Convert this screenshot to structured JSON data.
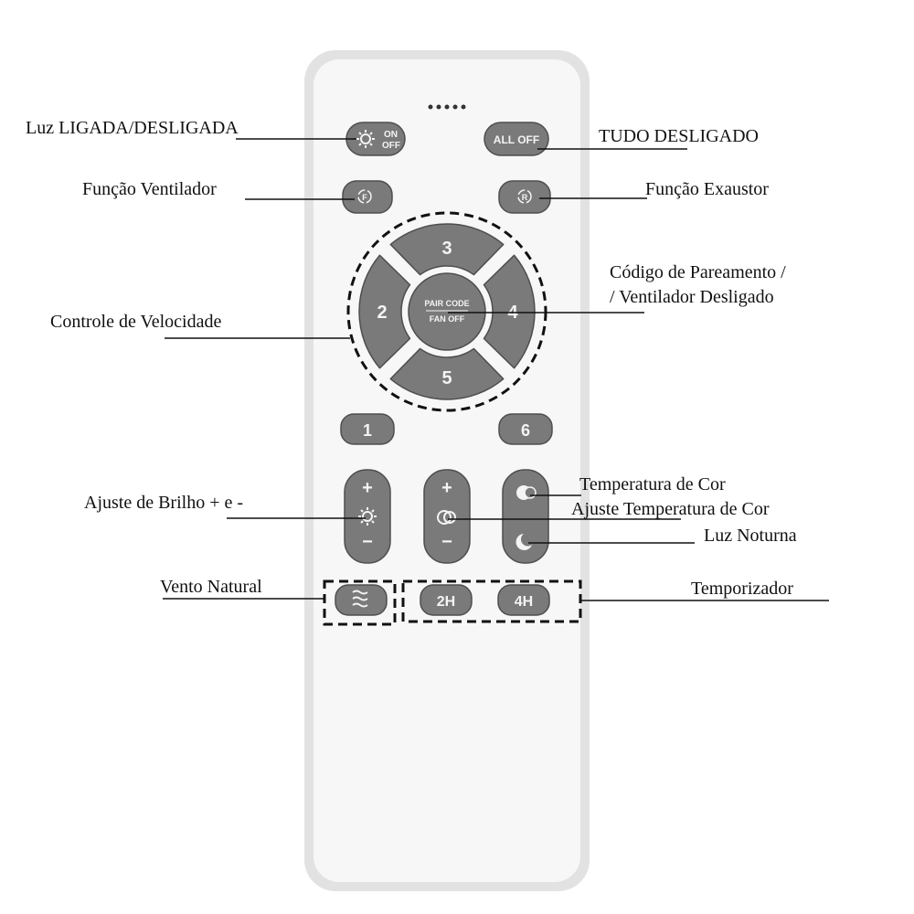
{
  "remote": {
    "buttons": {
      "light_on": "ON",
      "light_off": "OFF",
      "all_off": "ALL OFF",
      "fan_function": "F",
      "exhaust_function": "R",
      "speed_3": "3",
      "speed_2": "2",
      "speed_4": "4",
      "speed_5": "5",
      "pair_code": "PAIR CODE",
      "fan_off": "FAN OFF",
      "speed_1": "1",
      "speed_6": "6",
      "plus": "+",
      "minus": "−",
      "timer_2h": "2H",
      "timer_4h": "4H"
    }
  },
  "labels": {
    "light_toggle": "Luz LIGADA/DESLIGADA",
    "all_off": "TUDO DESLIGADO",
    "fan_function": "Função Ventilador",
    "exhaust_function": "Função Exaustor",
    "pairing_line1": "Código de Pareamento /",
    "pairing_line2": "/ Ventilador Desligado",
    "speed_control": "Controle de Velocidade",
    "brightness": "Ajuste de Brilho + e -",
    "color_temp": "Temperatura de Cor",
    "color_temp_adjust": "Ajuste Temperatura de Cor",
    "night_light": "Luz Noturna",
    "natural_wind": "Vento Natural",
    "timer": "Temporizador"
  }
}
